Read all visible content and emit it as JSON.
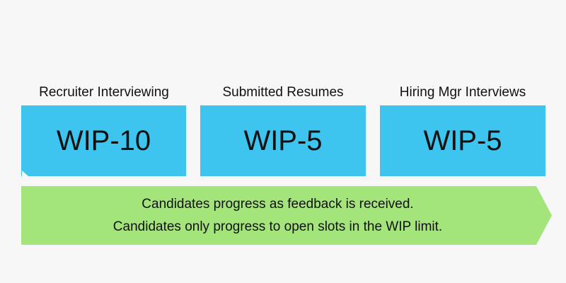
{
  "stages": [
    {
      "label": "Recruiter Interviewing",
      "wip": "WIP-10"
    },
    {
      "label": "Submitted Resumes",
      "wip": "WIP-5"
    },
    {
      "label": "Hiring Mgr Interviews",
      "wip": "WIP-5"
    }
  ],
  "flow": {
    "line1": "Candidates progress as feedback is received.",
    "line2": "Candidates only progress to open slots in the WIP limit."
  },
  "colors": {
    "background": "#f7f7f7",
    "box": "#3dc4ef",
    "arrow": "#a3e57a",
    "text": "#111111"
  }
}
